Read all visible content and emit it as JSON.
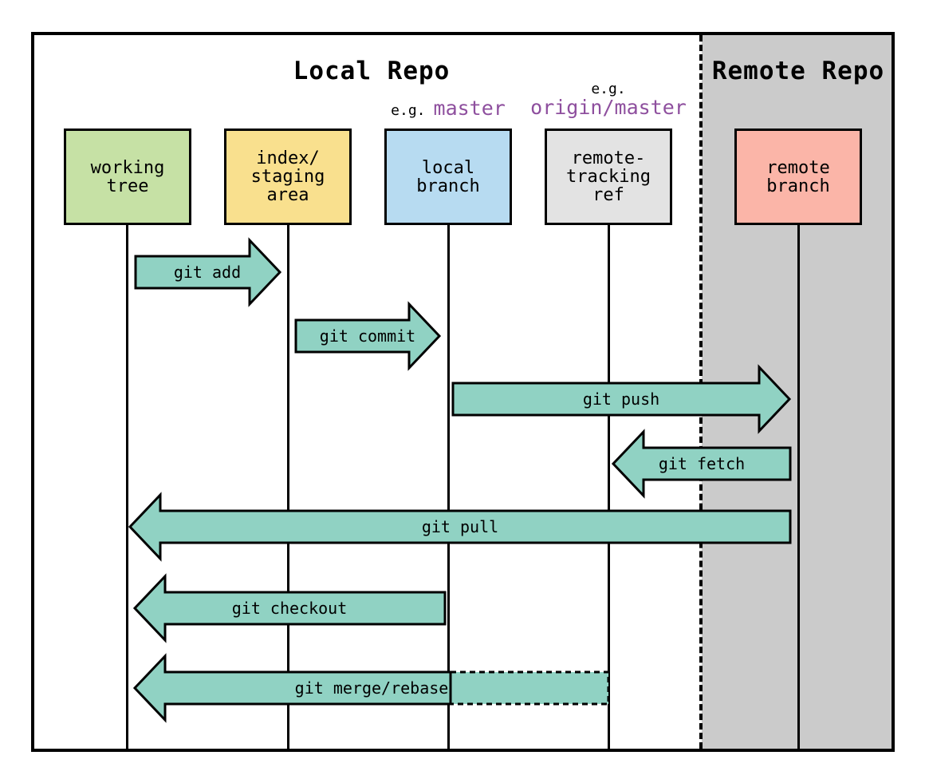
{
  "titles": {
    "local": "Local Repo",
    "remote": "Remote Repo"
  },
  "nodes": {
    "working_tree": {
      "label": "working\ntree"
    },
    "index": {
      "label": "index/\nstaging\narea"
    },
    "local_branch": {
      "label": "local\nbranch",
      "example_prefix": "e.g.",
      "example": "master"
    },
    "remote_tracking": {
      "label": "remote-\ntracking\nref",
      "example_prefix": "e.g.",
      "example": "origin/master"
    },
    "remote_branch": {
      "label": "remote\nbranch"
    }
  },
  "arrows": {
    "add": {
      "label": "git add",
      "from": "working_tree",
      "to": "index"
    },
    "commit": {
      "label": "git commit",
      "from": "index",
      "to": "local_branch"
    },
    "push": {
      "label": "git push",
      "from": "local_branch",
      "to": "remote_branch"
    },
    "fetch": {
      "label": "git fetch",
      "from": "remote_branch",
      "to": "remote_tracking"
    },
    "pull": {
      "label": "git pull",
      "from": "remote_branch",
      "to": "working_tree"
    },
    "checkout": {
      "label": "git checkout",
      "from": "local_branch",
      "to": "working_tree"
    },
    "merge": {
      "label": "git merge/rebase",
      "from": "remote_tracking",
      "to": "working_tree"
    }
  },
  "colors": {
    "working_tree": "#c6e1a5",
    "index": "#f9e08e",
    "local_branch": "#b7dbf1",
    "remote_tracking": "#e3e3e3",
    "remote_branch": "#fbb5a8",
    "remote_bg": "#cbcbcb",
    "arrow": "#90d2c3",
    "example_text": "#8e4f9e",
    "line": "#000000"
  }
}
